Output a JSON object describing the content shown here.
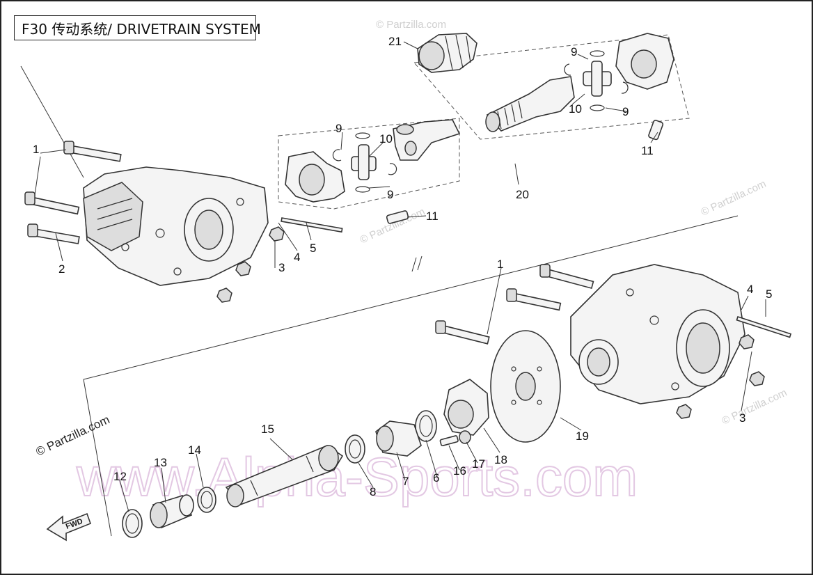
{
  "title": "F30 传动系统/ DRIVETRAIN SYSTEM",
  "watermarks": {
    "partzilla_left": "© Partzilla.com",
    "partzilla_small": "© Partzilla.com",
    "alpha_sports": "www.Alpha-Sports.com"
  },
  "fwd_arrow": "FWD",
  "callouts": {
    "c1_top": "1",
    "c2": "2",
    "c3_top": "3",
    "c4_top": "4",
    "c5_top": "5",
    "c9_a": "9",
    "c10_a": "10",
    "c9_b": "9",
    "c11_a": "11",
    "c20": "20",
    "c21": "21",
    "c9_c": "9",
    "c10_b": "10",
    "c9_d": "9",
    "c11_b": "11",
    "c1_bot": "1",
    "c4_bot": "4",
    "c5_bot": "5",
    "c3_bot": "3",
    "c19": "19",
    "c18": "18",
    "c17": "17",
    "c16": "16",
    "c6": "6",
    "c7": "7",
    "c8": "8",
    "c15": "15",
    "c14": "14",
    "c13": "13",
    "c12": "12"
  }
}
